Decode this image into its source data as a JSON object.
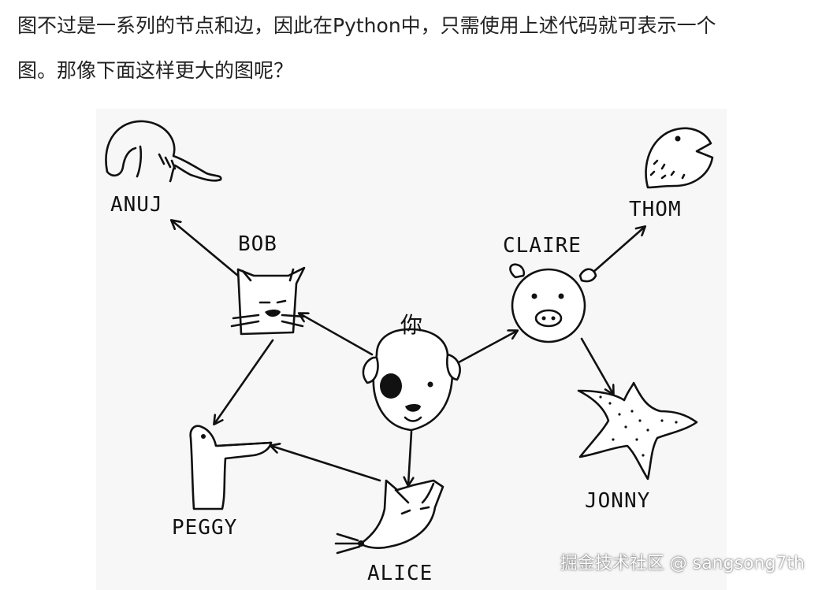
{
  "paragraph": {
    "line1": "图不过是一系列的节点和边，因此在Python中，只需使用上述代码就可表示一个",
    "line2": "图。那像下面这样更大的图呢？"
  },
  "graph": {
    "nodes": [
      {
        "id": "you",
        "label": "你",
        "animal": "dog"
      },
      {
        "id": "bob",
        "label": "BOB",
        "animal": "cat"
      },
      {
        "id": "claire",
        "label": "CLAIRE",
        "animal": "pig"
      },
      {
        "id": "alice",
        "label": "ALICE",
        "animal": "rat"
      },
      {
        "id": "anuj",
        "label": "ANUJ",
        "animal": "elephant"
      },
      {
        "id": "peggy",
        "label": "PEGGY",
        "animal": "bird"
      },
      {
        "id": "thom",
        "label": "THOM",
        "animal": "fish"
      },
      {
        "id": "jonny",
        "label": "JONNY",
        "animal": "starfish"
      }
    ],
    "edges": [
      {
        "from": "you",
        "to": "bob"
      },
      {
        "from": "you",
        "to": "claire"
      },
      {
        "from": "you",
        "to": "alice"
      },
      {
        "from": "bob",
        "to": "anuj"
      },
      {
        "from": "bob",
        "to": "peggy"
      },
      {
        "from": "alice",
        "to": "peggy"
      },
      {
        "from": "claire",
        "to": "thom"
      },
      {
        "from": "claire",
        "to": "jonny"
      }
    ]
  },
  "watermark": "掘金技术社区 @ sangsong7th"
}
